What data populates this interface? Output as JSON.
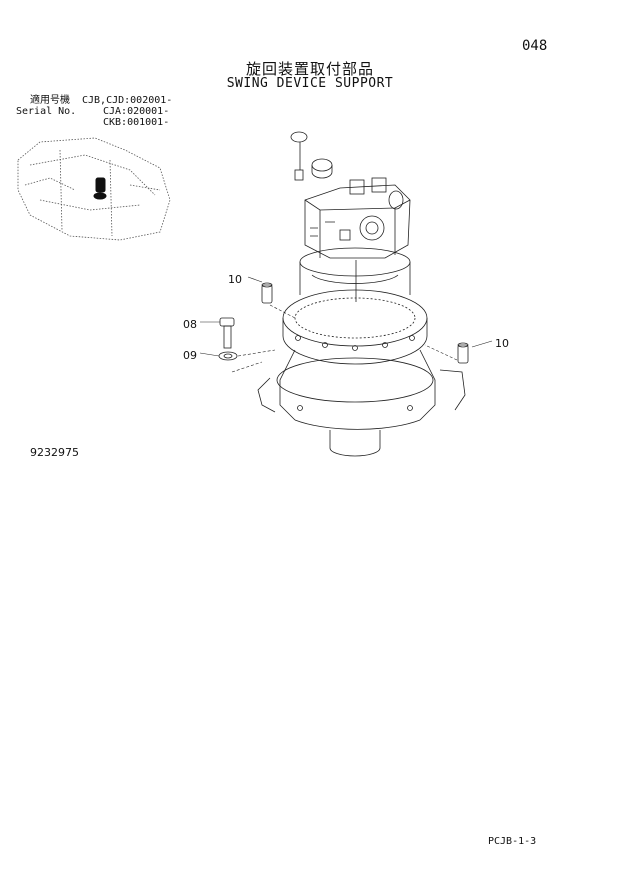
{
  "page_number": "048",
  "title_jp": "旋回装置取付部品",
  "title_en": "SWING DEVICE SUPPORT",
  "serial": {
    "label_jp": "適用号機",
    "label_en": "Serial No.",
    "values": [
      "CJB,CJD:002001-",
      "CJA:020001-",
      "CKB:001001-"
    ]
  },
  "callouts": [
    "10",
    "08",
    "09",
    "10"
  ],
  "drawing_ref": "9232975",
  "footer": "PCJB-1-3"
}
